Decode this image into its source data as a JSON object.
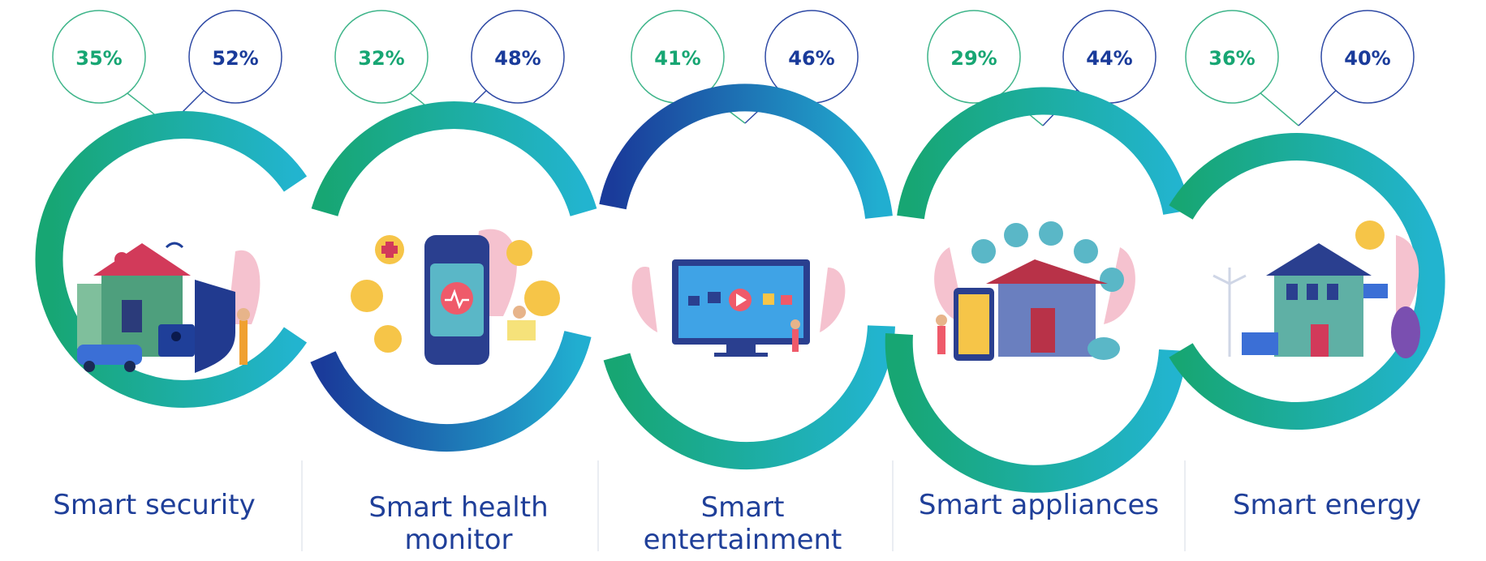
{
  "colors": {
    "green": "#17a673",
    "teal": "#1eb1c9",
    "blue": "#1a3b9a",
    "label": "#1f3f99",
    "outer_line_green": "#3fb58a",
    "outer_line_blue": "#2f4aa5"
  },
  "items": [
    {
      "label": "Smart security",
      "pct_a": "35%",
      "pct_b": "52%",
      "icon": "security-scene-icon"
    },
    {
      "label": "Smart health monitor",
      "pct_a": "32%",
      "pct_b": "48%",
      "icon": "health-watch-icon"
    },
    {
      "label": "Smart entertainment",
      "pct_a": "41%",
      "pct_b": "46%",
      "icon": "tv-entertainment-icon"
    },
    {
      "label": "Smart appliances",
      "pct_a": "29%",
      "pct_b": "44%",
      "icon": "appliances-house-icon"
    },
    {
      "label": "Smart energy",
      "pct_a": "36%",
      "pct_b": "40%",
      "icon": "solar-house-icon"
    }
  ]
}
